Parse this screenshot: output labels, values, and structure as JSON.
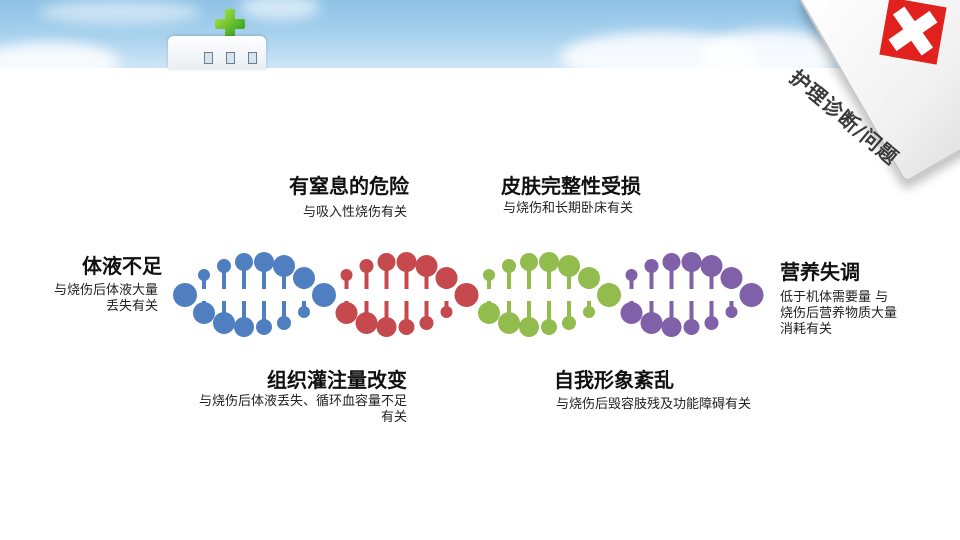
{
  "header": {
    "banner_title": "护理诊断/问题"
  },
  "colors": {
    "strands": [
      "#4f7fc1",
      "#c6494e",
      "#93bc4f",
      "#8060a8"
    ]
  },
  "diagnoses": [
    {
      "title": "体液不足",
      "desc": [
        "与烧伤后体液大量",
        "丢失有关"
      ]
    },
    {
      "title": "有窒息的危险",
      "desc": [
        "与吸入性烧伤有关"
      ]
    },
    {
      "title": "组织灌注量改变",
      "desc": [
        "与烧伤后体液丢失、循环血容量不足",
        "有关"
      ]
    },
    {
      "title": "皮肤完整性受损",
      "desc": [
        "与烧伤和长期卧床有关"
      ]
    },
    {
      "title": "自我形象紊乱",
      "desc": [
        "与烧伤后毁容肢残及功能障碍有关"
      ]
    },
    {
      "title": "营养失调",
      "desc": [
        "低于机体需要量 与",
        "烧伤后营养物质大量",
        "消耗有关"
      ]
    }
  ]
}
